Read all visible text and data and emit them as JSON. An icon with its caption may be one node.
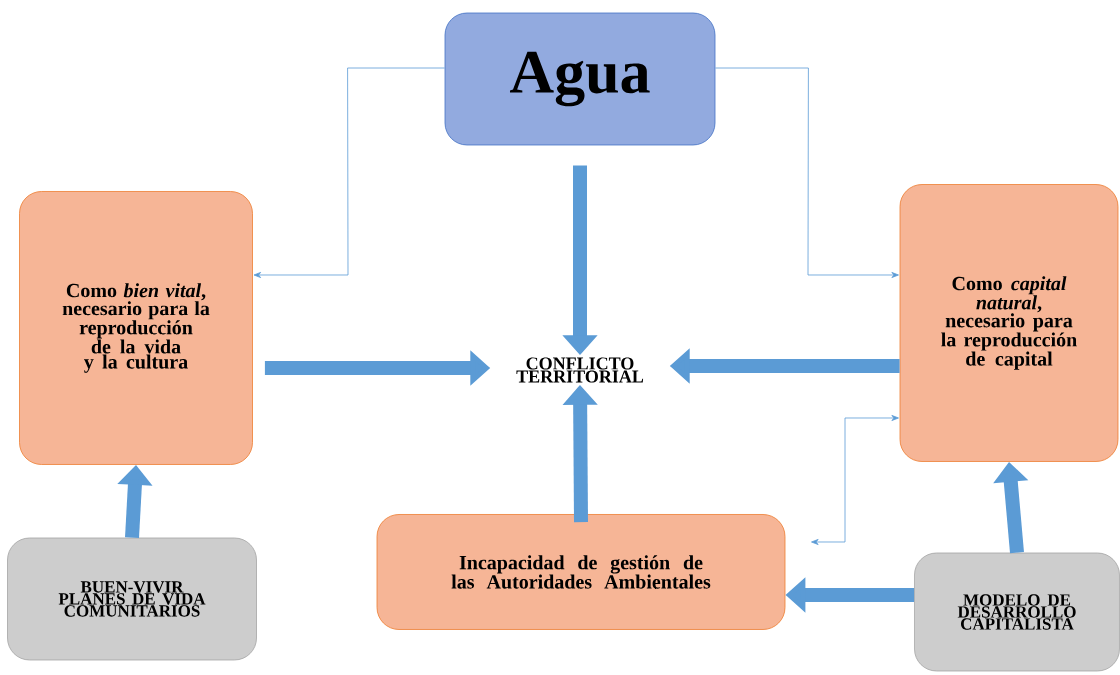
{
  "diagram": {
    "nodes": [
      {
        "text": [
          "Agua"
        ]
      },
      {
        "text": [
          "Como *bien vital*, necesario para la reproducción de la vida y la cultura"
        ]
      },
      {
        "text": [
          "CONFLICTO TERRITORIAL"
        ]
      },
      {
        "text": [
          "Como *capital natural*, necesario para la reproducción de capital"
        ]
      },
      {
        "text": [
          "Incapacidad de gestión de las Autoridades Ambientales"
        ]
      },
      {
        "text": [
          "BUEN-VIVIR PLANES DE VIDA COMUNITARIOS"
        ]
      },
      {
        "text": [
          "MODELO DE DESARROLLO CAPITALISTA"
        ]
      }
    ],
    "edges": [
      {
        "from": 0,
        "to": 1,
        "arrow": "to"
      },
      {
        "from": 0,
        "to": 3,
        "arrow": "to"
      },
      {
        "from": 0,
        "to": 2,
        "arrow": "to"
      },
      {
        "from": 1,
        "to": 2,
        "arrow": "to"
      },
      {
        "from": 3,
        "to": 2,
        "arrow": "to"
      },
      {
        "from": 4,
        "to": 2,
        "arrow": "to"
      },
      {
        "from": 5,
        "to": 1,
        "arrow": "to"
      },
      {
        "from": 6,
        "to": 3,
        "arrow": "to"
      },
      {
        "from": 6,
        "to": 4,
        "arrow": "to"
      },
      {
        "from": 4,
        "to": 3,
        "arrow": "both"
      }
    ]
  }
}
